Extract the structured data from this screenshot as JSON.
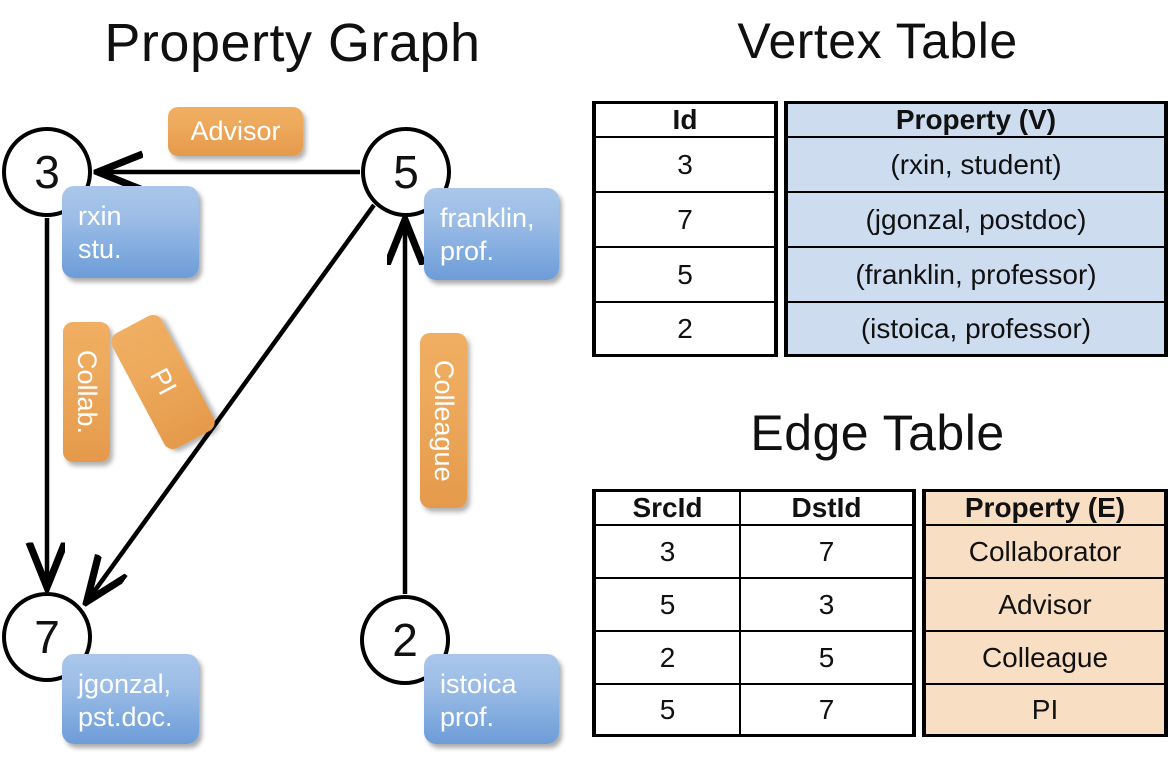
{
  "titles": {
    "property_graph": "Property Graph",
    "vertex_table": "Vertex Table",
    "edge_table": "Edge Table"
  },
  "graph": {
    "nodes": [
      {
        "id": "3",
        "label": "3",
        "property_lines": [
          "rxin",
          "stu."
        ]
      },
      {
        "id": "5",
        "label": "5",
        "property_lines": [
          "franklin,",
          "prof."
        ]
      },
      {
        "id": "7",
        "label": "7",
        "property_lines": [
          "jgonzal,",
          "pst.doc."
        ]
      },
      {
        "id": "2",
        "label": "2",
        "property_lines": [
          "istoica",
          "prof."
        ]
      }
    ],
    "edge_labels": [
      {
        "name": "advisor",
        "text": "Advisor",
        "orientation": "horizontal"
      },
      {
        "name": "collab",
        "text": "Collab.",
        "orientation": "vertical"
      },
      {
        "name": "pi",
        "text": "PI",
        "orientation": "vertical-rotated"
      },
      {
        "name": "colleague",
        "text": "Colleague",
        "orientation": "vertical"
      }
    ],
    "edges": [
      {
        "src": "5",
        "dst": "3",
        "label": "Advisor"
      },
      {
        "src": "3",
        "dst": "7",
        "label": "Collab."
      },
      {
        "src": "5",
        "dst": "7",
        "label": "PI"
      },
      {
        "src": "2",
        "dst": "5",
        "label": "Colleague"
      }
    ]
  },
  "vertex_table": {
    "headers": [
      "Id",
      "Property (V)"
    ],
    "rows": [
      {
        "id": "3",
        "property": "(rxin, student)"
      },
      {
        "id": "7",
        "property": "(jgonzal, postdoc)"
      },
      {
        "id": "5",
        "property": "(franklin, professor)"
      },
      {
        "id": "2",
        "property": "(istoica, professor)"
      }
    ]
  },
  "edge_table": {
    "headers": [
      "SrcId",
      "DstId",
      "Property (E)"
    ],
    "rows": [
      {
        "src": "3",
        "dst": "7",
        "property": "Collaborator"
      },
      {
        "src": "5",
        "dst": "3",
        "property": "Advisor"
      },
      {
        "src": "2",
        "dst": "5",
        "property": "Colleague"
      },
      {
        "src": "5",
        "dst": "7",
        "property": "PI"
      }
    ]
  },
  "colors": {
    "vertex_property_fill": "#cddcef",
    "edge_property_fill": "#f8dec3",
    "node_box_blue": "#7ea9de",
    "edge_label_orange": "#eca557",
    "background": "#ffffff",
    "stroke": "#000000"
  }
}
